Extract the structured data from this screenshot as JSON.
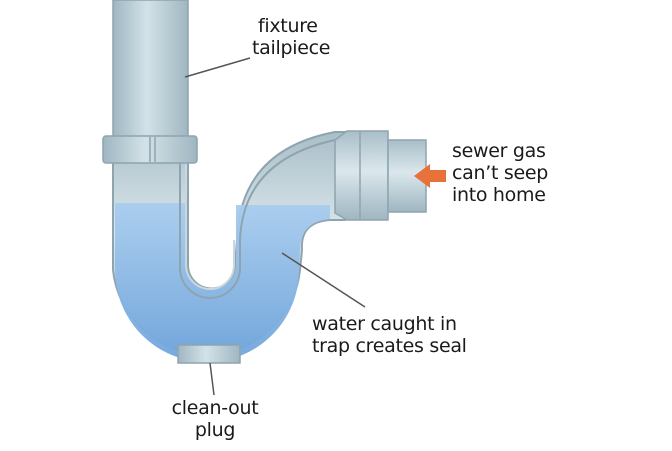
{
  "title": "P-trap diagram",
  "labels": {
    "tailpiece": [
      "fixture",
      "tailpiece"
    ],
    "sewer_gas": [
      "sewer gas",
      "can’t seep",
      "into home"
    ],
    "water_seal": [
      "water caught in",
      "trap creates seal"
    ],
    "cleanout": [
      "clean-out",
      "plug"
    ]
  },
  "colors": {
    "pipe": "#b9cdd6",
    "pipe_edge": "#8ea4ae",
    "water": "#8fbbe6",
    "arrow": "#e8733a"
  }
}
